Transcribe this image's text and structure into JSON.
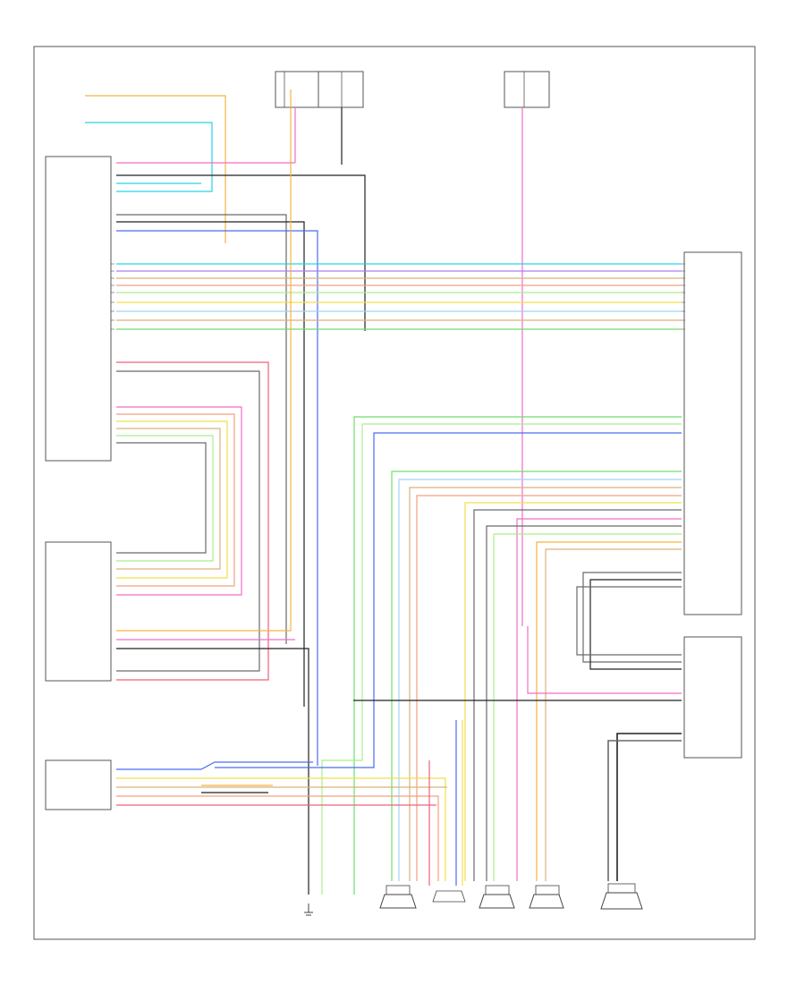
{
  "diagram": {
    "footer_code": "",
    "legend_note_1": "",
    "legend_note_2": ""
  },
  "components": [
    {
      "id": "comp-radio",
      "label": ""
    },
    {
      "id": "comp-cd-changer",
      "label": ""
    },
    {
      "id": "comp-hands-free",
      "label": ""
    },
    {
      "id": "comp-amplifier",
      "label": ""
    },
    {
      "id": "comp-subwoofer-amp",
      "label": ""
    },
    {
      "id": "comp-fuse-a",
      "label": ""
    },
    {
      "id": "comp-fuse-b",
      "label": ""
    },
    {
      "id": "comp-fuse-c",
      "label": ""
    },
    {
      "id": "comp-speaker-lf",
      "label": ""
    },
    {
      "id": "comp-speaker-lr",
      "label": ""
    },
    {
      "id": "comp-speaker-rf",
      "label": ""
    },
    {
      "id": "comp-speaker-rr",
      "label": ""
    },
    {
      "id": "comp-subwoofer",
      "label": ""
    }
  ],
  "colors": {
    "orange": "#f5b342",
    "cyan": "#27d3e8",
    "pink": "#f06ec8",
    "magenta": "#e040d0",
    "green": "#6fdc6f",
    "yellow": "#f0e04a",
    "tan": "#d9b27c",
    "blue": "#4a6cf0",
    "gray": "#6a6a6a",
    "black": "#222222",
    "red": "#f0607a",
    "lightblue": "#9fd4f5",
    "lightgreen": "#a8ef8c",
    "purple": "#b07cf0",
    "brown": "#a0704a",
    "salmon": "#f4a080"
  }
}
